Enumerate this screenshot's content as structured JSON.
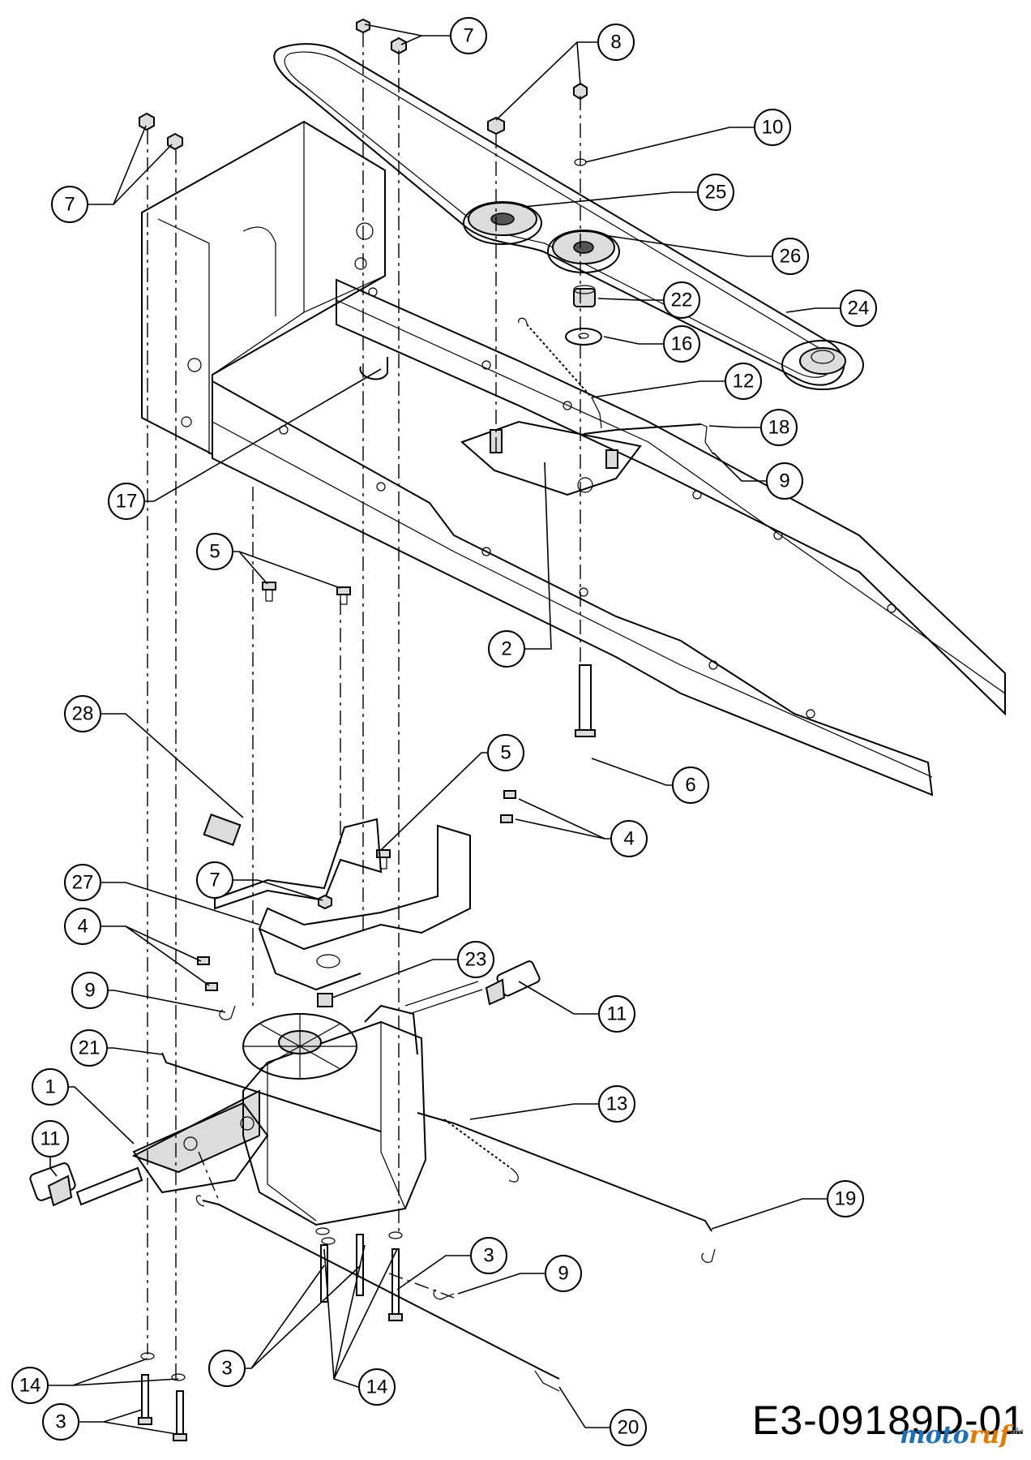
{
  "drawing_code": "E3-09189D-01",
  "watermark": {
    "part_a": "moto",
    "part_b": "ruf",
    "suffix": ".de"
  },
  "callouts": [
    {
      "label": "7"
    },
    {
      "label": "8"
    },
    {
      "label": "10"
    },
    {
      "label": "7"
    },
    {
      "label": "25"
    },
    {
      "label": "26"
    },
    {
      "label": "22"
    },
    {
      "label": "24"
    },
    {
      "label": "16"
    },
    {
      "label": "12"
    },
    {
      "label": "18"
    },
    {
      "label": "9"
    },
    {
      "label": "17"
    },
    {
      "label": "5"
    },
    {
      "label": "2"
    },
    {
      "label": "28"
    },
    {
      "label": "6"
    },
    {
      "label": "5"
    },
    {
      "label": "4"
    },
    {
      "label": "27"
    },
    {
      "label": "7"
    },
    {
      "label": "4"
    },
    {
      "label": "23"
    },
    {
      "label": "9"
    },
    {
      "label": "11"
    },
    {
      "label": "21"
    },
    {
      "label": "1"
    },
    {
      "label": "13"
    },
    {
      "label": "11"
    },
    {
      "label": "19"
    },
    {
      "label": "3"
    },
    {
      "label": "9"
    },
    {
      "label": "3"
    },
    {
      "label": "14"
    },
    {
      "label": "14"
    },
    {
      "label": "3"
    },
    {
      "label": "20"
    }
  ]
}
